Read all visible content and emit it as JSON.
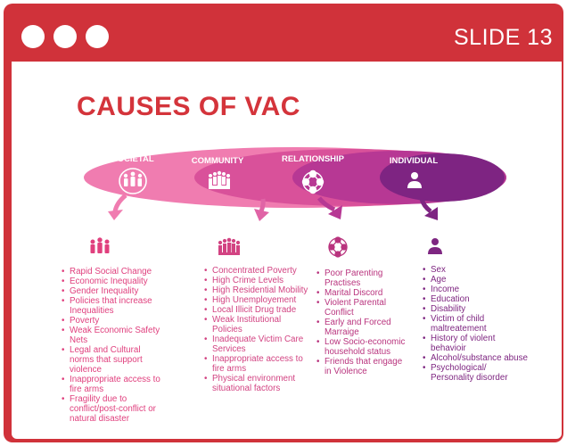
{
  "window": {
    "slide_label": "SLIDE 13",
    "colors": {
      "frame": "#d0323a",
      "title": "#d4343b",
      "societal": "#f07cb0",
      "community": "#d9519a",
      "relationship": "#b73894",
      "individual": "#7e2482"
    }
  },
  "title": "CAUSES OF VAC",
  "levels": [
    {
      "label": "SOCIETAL",
      "icon": "crowd-icon",
      "items": [
        "Rapid Social Change",
        "Economic Inequality",
        "Gender Inequality",
        "Policies that increase Inequalities",
        "Poverty",
        "Weak Economic Safety Nets",
        "Legal and Cultural norms that support violence",
        "Inappropriate access to fire arms",
        "Fragility due to conflict/post-conflict or natural disaster"
      ]
    },
    {
      "label": "COMMUNITY",
      "icon": "group-icon",
      "items": [
        "Concentrated Poverty",
        "High Crime Levels",
        "High Residential Mobility",
        "High Unemployement",
        "Local Illicit Drug trade",
        "Weak Institutional Policies",
        "Inadequate Victim Care Services",
        "Inappropriate access to fire arms",
        "Physical environment situational factors"
      ]
    },
    {
      "label": "RELATIONSHIP",
      "icon": "network-icon",
      "items": [
        "Poor Parenting Practises",
        "Marital Discord",
        "Violent Parental Conflict",
        "Early and Forced Marraige",
        "Low Socio-economic household status",
        "Friends that engage in Violence"
      ]
    },
    {
      "label": "INDIVIDUAL",
      "icon": "person-icon",
      "items": [
        "Sex",
        "Age",
        "Income",
        "Education",
        "Disability",
        "Victim of child maltreatement",
        "History of violent behavioir",
        "Alcohol/substance abuse",
        "Psychological/ Personality disorder"
      ]
    }
  ]
}
